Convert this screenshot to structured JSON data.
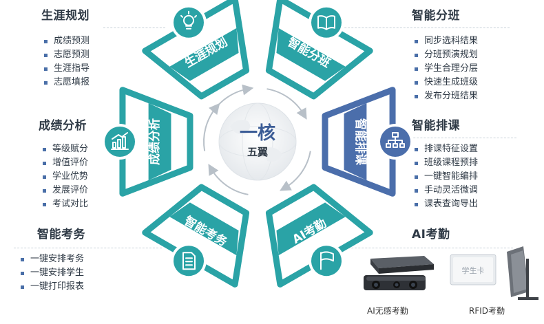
{
  "center": {
    "main": "一核",
    "sub": "五翼"
  },
  "petals": [
    {
      "label": "生涯规划",
      "icon": "lightbulb-icon",
      "color": "#2aa3a6"
    },
    {
      "label": "智能分班",
      "icon": "book-icon",
      "color": "#2aa3a6"
    },
    {
      "label": "智能排课",
      "icon": "org-chart-icon",
      "color": "#4b6eab"
    },
    {
      "label": "AI考勤",
      "icon": "flag-icon",
      "color": "#2aa3a6"
    },
    {
      "label": "智能考务",
      "icon": "document-icon",
      "color": "#2aa3a6"
    },
    {
      "label": "成绩分析",
      "icon": "bar-chart-icon",
      "color": "#2aa3a6"
    }
  ],
  "sections": {
    "career": {
      "title": "生涯规划",
      "items": [
        "成绩预测",
        "志愿预测",
        "生涯指导",
        "志愿填报"
      ]
    },
    "scores": {
      "title": "成绩分析",
      "items": [
        "等级赋分",
        "增值评价",
        "学业优势",
        "发展评价",
        "考试对比"
      ]
    },
    "exam": {
      "title": "智能考务",
      "items": [
        "一键安排考务",
        "一键安排学生",
        "一键打印报表"
      ]
    },
    "classing": {
      "title": "智能分班",
      "items": [
        "同步选科结果",
        "分班预演规划",
        "学生合理分层",
        "快速生成班级",
        "发布分班结果"
      ]
    },
    "scheduling": {
      "title": "智能排课",
      "items": [
        "排课特征设置",
        "班级课程预排",
        "一键智能编排",
        "手动灵活微调",
        "课表查询导出"
      ]
    },
    "attendance": {
      "title": "AI考勤",
      "devices": [
        {
          "caption": "AI无感考勤",
          "icon": "camera-device-icon"
        },
        {
          "caption": "RFID考勤",
          "icon": "rfid-device-icon",
          "card_text": "学生卡"
        }
      ]
    }
  },
  "colors": {
    "teal": "#2aa3a6",
    "blue": "#4b6eab",
    "title": "#2f3a46"
  }
}
